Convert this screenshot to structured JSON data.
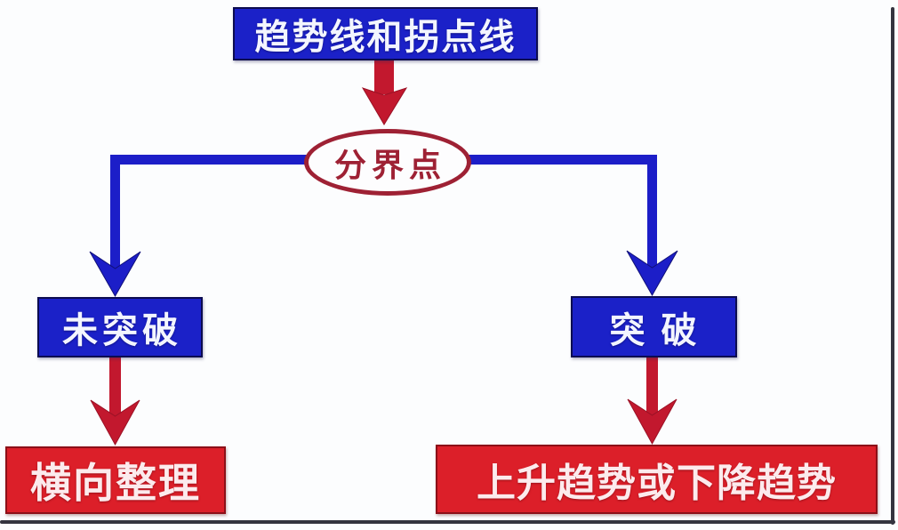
{
  "figure": {
    "type": "flowchart",
    "language": "zh",
    "title_box": {
      "label": "趋势线和拐点线"
    },
    "decision_ellipse": {
      "label": "分界点"
    },
    "branches": {
      "left": {
        "condition": {
          "label": "未突破"
        },
        "outcome": {
          "label": "横向整理"
        }
      },
      "right": {
        "condition": {
          "label": "突  破"
        },
        "outcome": {
          "label": "上升趋势或下降趋势"
        }
      }
    },
    "edges": [
      {
        "from": "title_box",
        "to": "decision_ellipse",
        "style": "red-arrow"
      },
      {
        "from": "decision_ellipse",
        "to": "left.condition",
        "style": "blue-arrow"
      },
      {
        "from": "decision_ellipse",
        "to": "right.condition",
        "style": "blue-arrow"
      },
      {
        "from": "left.condition",
        "to": "left.outcome",
        "style": "red-arrow"
      },
      {
        "from": "right.condition",
        "to": "right.outcome",
        "style": "red-arrow"
      }
    ],
    "colors": {
      "node_blue": "#1b21c8",
      "connector_blue": "#1c1ec8",
      "node_red": "#dc1f29",
      "arrow_red": "#c2182e",
      "ellipse_outline": "#9e2134",
      "background": "#fcfdfe",
      "frame_line": "#34343f"
    }
  }
}
